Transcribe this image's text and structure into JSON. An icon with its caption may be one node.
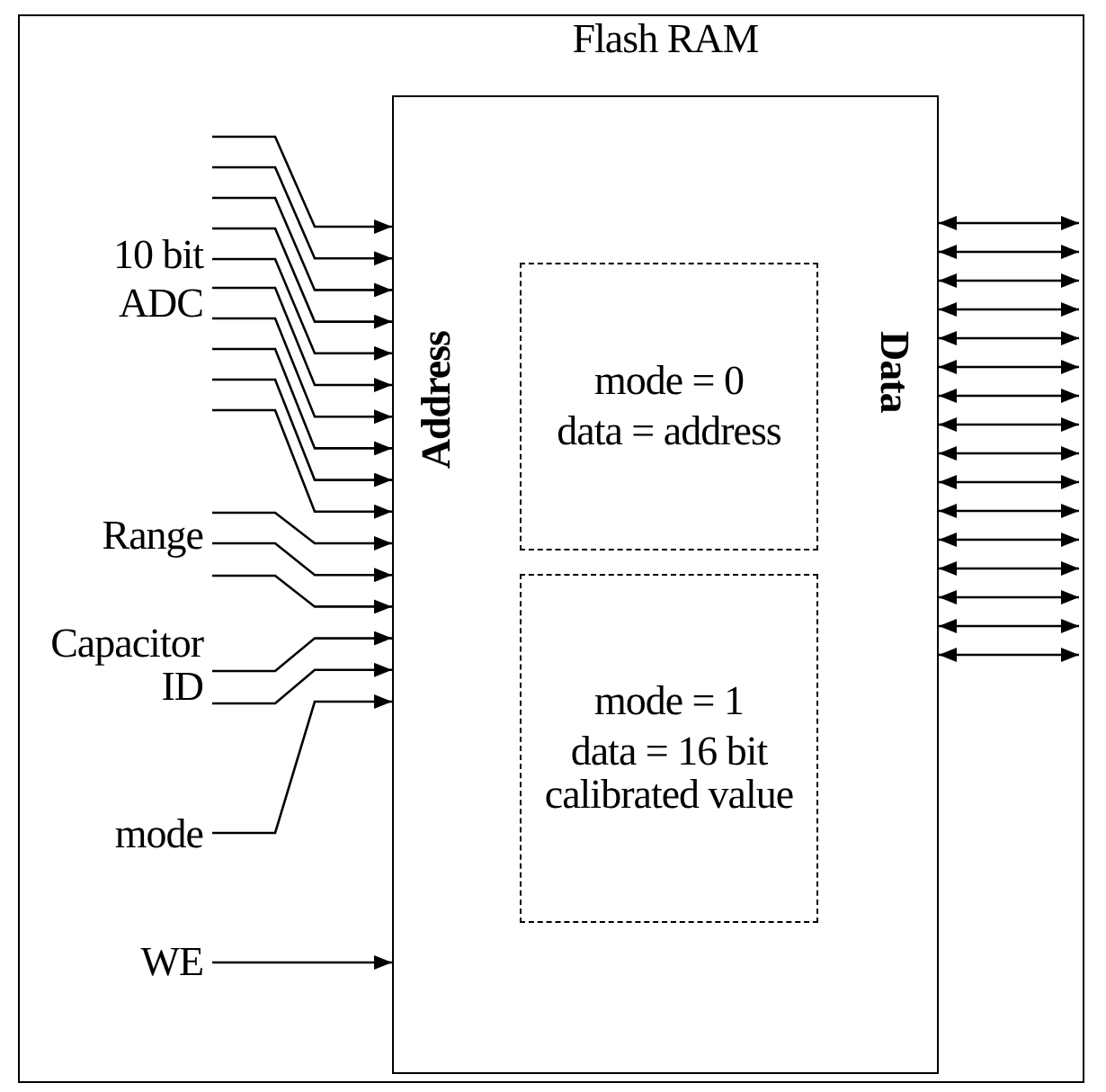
{
  "diagram": {
    "nodes": [
      {
        "text": [
          "Flash RAM",
          "Address",
          "Data"
        ]
      },
      {
        "text": [
          "mode = 0",
          "data = address"
        ],
        "in": 0
      },
      {
        "text": [
          "mode = 1",
          "data = 16 bit calibrated value"
        ],
        "in": 0
      },
      {
        "text": [
          "10 bit ADC"
        ]
      },
      {
        "text": [
          "Range"
        ]
      },
      {
        "text": [
          "Capacitor ID"
        ]
      },
      {
        "text": [
          "mode"
        ]
      },
      {
        "text": [
          "WE"
        ]
      }
    ],
    "edges": [
      {
        "from": 3,
        "to": 0,
        "arrow": "to"
      },
      {
        "from": 3,
        "to": 0,
        "arrow": "to"
      },
      {
        "from": 3,
        "to": 0,
        "arrow": "to"
      },
      {
        "from": 3,
        "to": 0,
        "arrow": "to"
      },
      {
        "from": 3,
        "to": 0,
        "arrow": "to"
      },
      {
        "from": 3,
        "to": 0,
        "arrow": "to"
      },
      {
        "from": 3,
        "to": 0,
        "arrow": "to"
      },
      {
        "from": 3,
        "to": 0,
        "arrow": "to"
      },
      {
        "from": 3,
        "to": 0,
        "arrow": "to"
      },
      {
        "from": 3,
        "to": 0,
        "arrow": "to"
      },
      {
        "from": 4,
        "to": 0,
        "arrow": "to"
      },
      {
        "from": 4,
        "to": 0,
        "arrow": "to"
      },
      {
        "from": 4,
        "to": 0,
        "arrow": "to"
      },
      {
        "from": 5,
        "to": 0,
        "arrow": "to"
      },
      {
        "from": 5,
        "to": 0,
        "arrow": "to"
      },
      {
        "from": 6,
        "to": 0,
        "arrow": "to"
      },
      {
        "from": 7,
        "to": 0,
        "arrow": "to"
      },
      {
        "from": 0,
        "to": null,
        "arrow": "both"
      },
      {
        "from": 0,
        "to": null,
        "arrow": "both"
      },
      {
        "from": 0,
        "to": null,
        "arrow": "both"
      },
      {
        "from": 0,
        "to": null,
        "arrow": "both"
      },
      {
        "from": 0,
        "to": null,
        "arrow": "both"
      },
      {
        "from": 0,
        "to": null,
        "arrow": "both"
      },
      {
        "from": 0,
        "to": null,
        "arrow": "both"
      },
      {
        "from": 0,
        "to": null,
        "arrow": "both"
      },
      {
        "from": 0,
        "to": null,
        "arrow": "both"
      },
      {
        "from": 0,
        "to": null,
        "arrow": "both"
      },
      {
        "from": 0,
        "to": null,
        "arrow": "both"
      },
      {
        "from": 0,
        "to": null,
        "arrow": "both"
      },
      {
        "from": 0,
        "to": null,
        "arrow": "both"
      },
      {
        "from": 0,
        "to": null,
        "arrow": "both"
      },
      {
        "from": 0,
        "to": null,
        "arrow": "both"
      },
      {
        "from": 0,
        "to": null,
        "arrow": "both"
      }
    ]
  }
}
